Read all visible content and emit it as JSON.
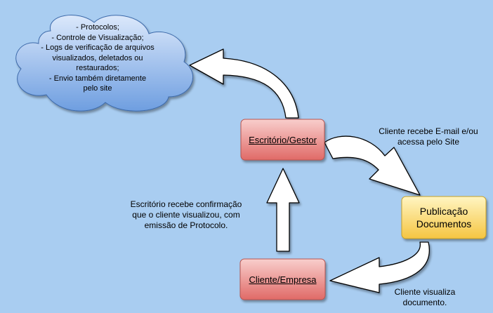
{
  "cloud": {
    "lines": [
      "- Protocolos;",
      "- Controle de Visualização;",
      "- Logs de verificação de arquivos",
      "visualizados, deletados ou",
      "restaurados;",
      "- Envio também diretamente",
      "pelo site"
    ]
  },
  "nodes": {
    "office": "Escritório/Gestor",
    "publication_line1": "Publicação",
    "publication_line2": "Documentos",
    "client": "Cliente/Empresa"
  },
  "edges": {
    "office_to_publication": [
      "Cliente recebe E-mail e/ou",
      "acessa pelo Site"
    ],
    "client_to_office": [
      "Escritório recebe confirmação",
      "que o cliente visualizou, com",
      "emissão de Protocolo."
    ],
    "publication_to_client": [
      "Cliente visualiza",
      "documento."
    ]
  },
  "colors": {
    "background": "#a9cdf1",
    "red_box_top": "#f8cecc",
    "red_box_bottom": "#e06a67",
    "yellow_box_top": "#fff5c2",
    "yellow_box_bottom": "#f5c542",
    "cloud_top": "#dbe8fb",
    "cloud_bottom": "#6e9ee0"
  }
}
